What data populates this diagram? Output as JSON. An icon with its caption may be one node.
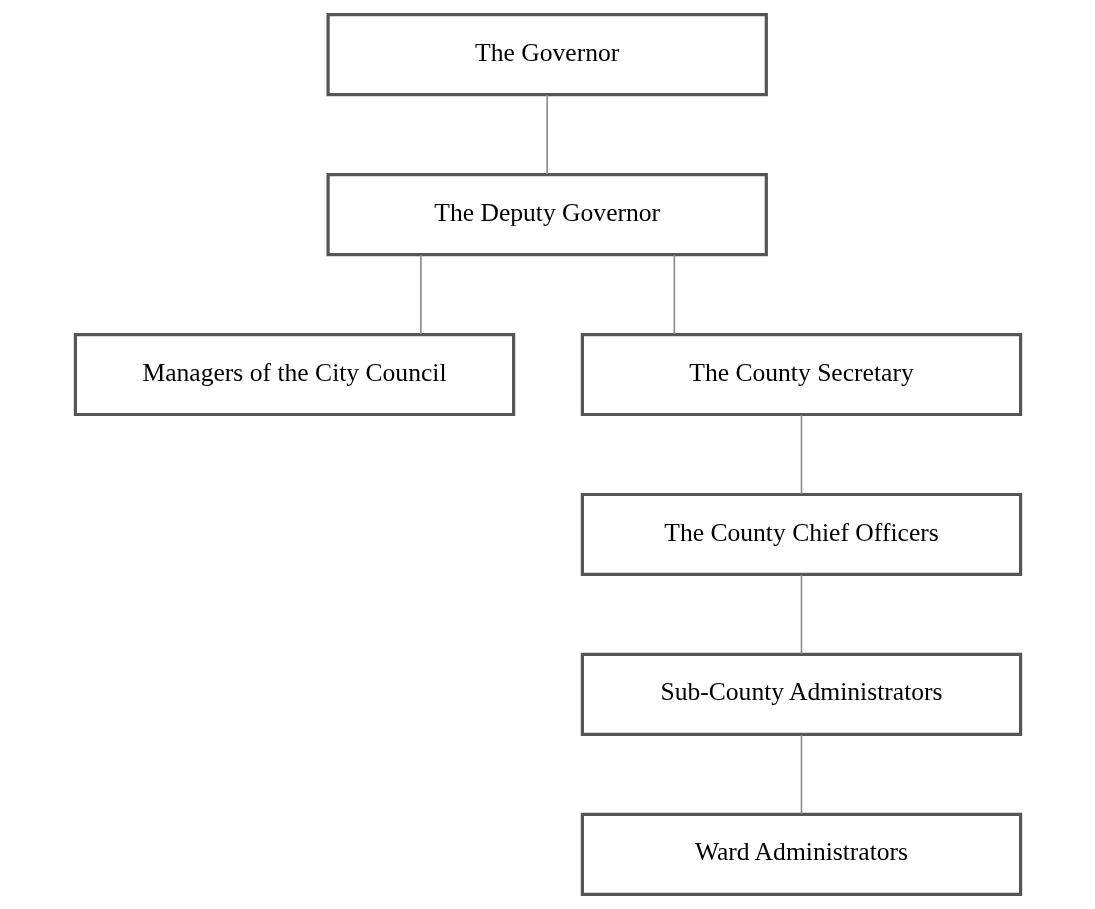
{
  "diagram": {
    "nodes": [
      {
        "text": [
          "The Governor"
        ]
      },
      {
        "text": [
          "The Deputy Governor"
        ]
      },
      {
        "text": [
          "Managers of the City Council"
        ]
      },
      {
        "text": [
          "The County Secretary"
        ]
      },
      {
        "text": [
          "The County Chief Officers"
        ]
      },
      {
        "text": [
          "Sub-County Administrators"
        ]
      },
      {
        "text": [
          "Ward Administrators"
        ]
      }
    ],
    "edges": [
      {
        "from": 0,
        "to": 1,
        "arrow": "none"
      },
      {
        "from": 1,
        "to": 2,
        "arrow": "none"
      },
      {
        "from": 1,
        "to": 3,
        "arrow": "none"
      },
      {
        "from": 3,
        "to": 4,
        "arrow": "none"
      },
      {
        "from": 4,
        "to": 5,
        "arrow": "none"
      },
      {
        "from": 5,
        "to": 6,
        "arrow": "none"
      }
    ]
  }
}
